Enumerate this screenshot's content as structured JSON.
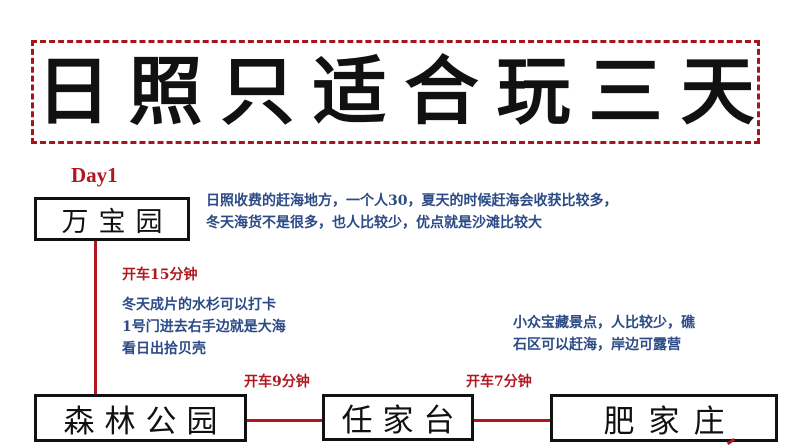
{
  "title": "日照只适合玩三天",
  "colors": {
    "accent_red": "#b01820",
    "note_blue": "#2b4a86",
    "box_border": "#111111"
  },
  "day_label": "Day1",
  "places": [
    {
      "name": "万宝园"
    },
    {
      "name": "森林公园"
    },
    {
      "name": "任家台"
    },
    {
      "name": "肥家庄"
    }
  ],
  "drives": [
    {
      "label": "开车15分钟"
    },
    {
      "label": "开车9分钟"
    },
    {
      "label": "开车7分钟"
    }
  ],
  "notes": {
    "wanbaoyuan": [
      "日照收费的赶海地方，一个人30，夏天的时候赶海会收获比较多，",
      "冬天海货不是很多，也人比较少，优点就是沙滩比较大"
    ],
    "senlin_gongyuan": [
      "冬天成片的水杉可以打卡",
      "1号门进去右手边就是大海",
      "看日出拾贝壳"
    ],
    "feijiazhuang": [
      "小众宝藏景点，人比较少，礁",
      "石区可以赶海，岸边可露营"
    ]
  }
}
